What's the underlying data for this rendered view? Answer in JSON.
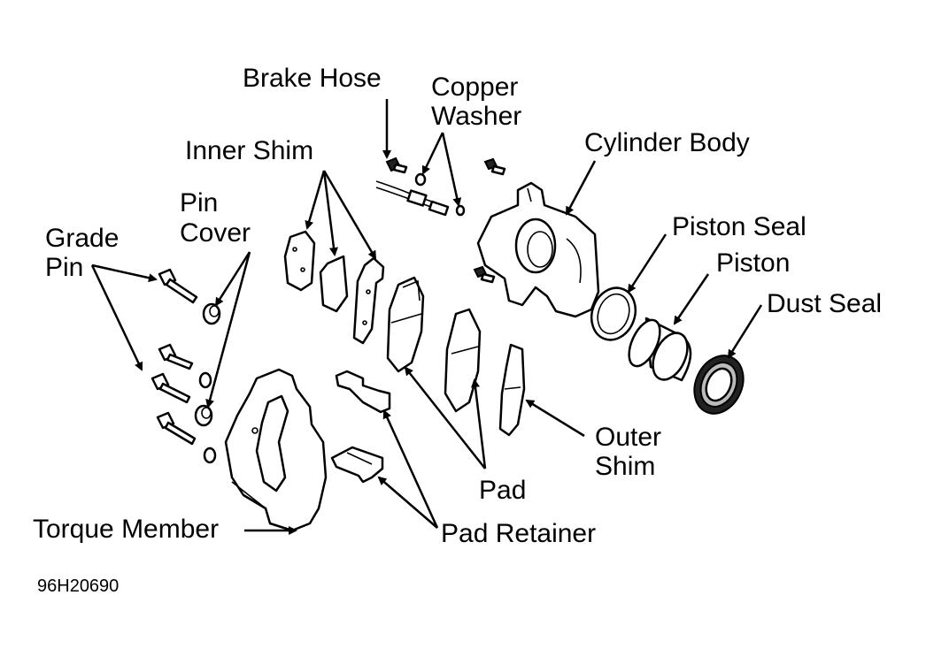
{
  "labels": {
    "brake_hose": "Brake Hose",
    "copper_washer_1": "Copper",
    "copper_washer_2": "Washer",
    "cylinder_body": "Cylinder Body",
    "inner_shim": "Inner Shim",
    "pin_cover_1": "Pin",
    "pin_cover_2": "Cover",
    "grade_pin_1": "Grade",
    "grade_pin_2": "Pin",
    "piston_seal": "Piston Seal",
    "piston": "Piston",
    "dust_seal": "Dust Seal",
    "outer_shim_1": "Outer",
    "outer_shim_2": "Shim",
    "pad": "Pad",
    "pad_retainer": "Pad Retainer",
    "torque_member": "Torque Member"
  },
  "figure_code": "96H20690",
  "colors": {
    "ink": "#000000",
    "paper": "#ffffff"
  }
}
